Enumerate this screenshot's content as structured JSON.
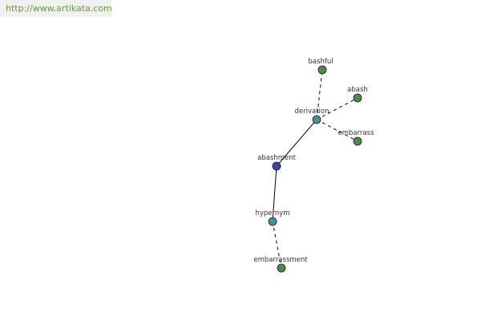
{
  "header": {
    "url": "http://www.artikata.com"
  },
  "colors": {
    "word_node": "#4d8a4d",
    "relation_node": "#4a9090",
    "root_node": "#3d4a9a",
    "edge": "#000000",
    "url_text": "#6a9a3a"
  },
  "graph": {
    "nodes": [
      {
        "id": "abashment",
        "label": "abashment",
        "kind": "root"
      },
      {
        "id": "derivation",
        "label": "derivation",
        "kind": "relation"
      },
      {
        "id": "hypernym",
        "label": "hypernym",
        "kind": "relation"
      },
      {
        "id": "bashful",
        "label": "bashful",
        "kind": "word"
      },
      {
        "id": "abash",
        "label": "abash",
        "kind": "word"
      },
      {
        "id": "embarrass",
        "label": "embarrass",
        "kind": "word"
      },
      {
        "id": "embarrassment",
        "label": "embarrassment",
        "kind": "word"
      }
    ],
    "edges": [
      {
        "from": "abashment",
        "to": "derivation",
        "style": "solid"
      },
      {
        "from": "abashment",
        "to": "hypernym",
        "style": "solid"
      },
      {
        "from": "derivation",
        "to": "bashful",
        "style": "dashed"
      },
      {
        "from": "derivation",
        "to": "abash",
        "style": "dashed"
      },
      {
        "from": "derivation",
        "to": "embarrass",
        "style": "dashed"
      },
      {
        "from": "hypernym",
        "to": "embarrassment",
        "style": "dashed"
      }
    ]
  }
}
